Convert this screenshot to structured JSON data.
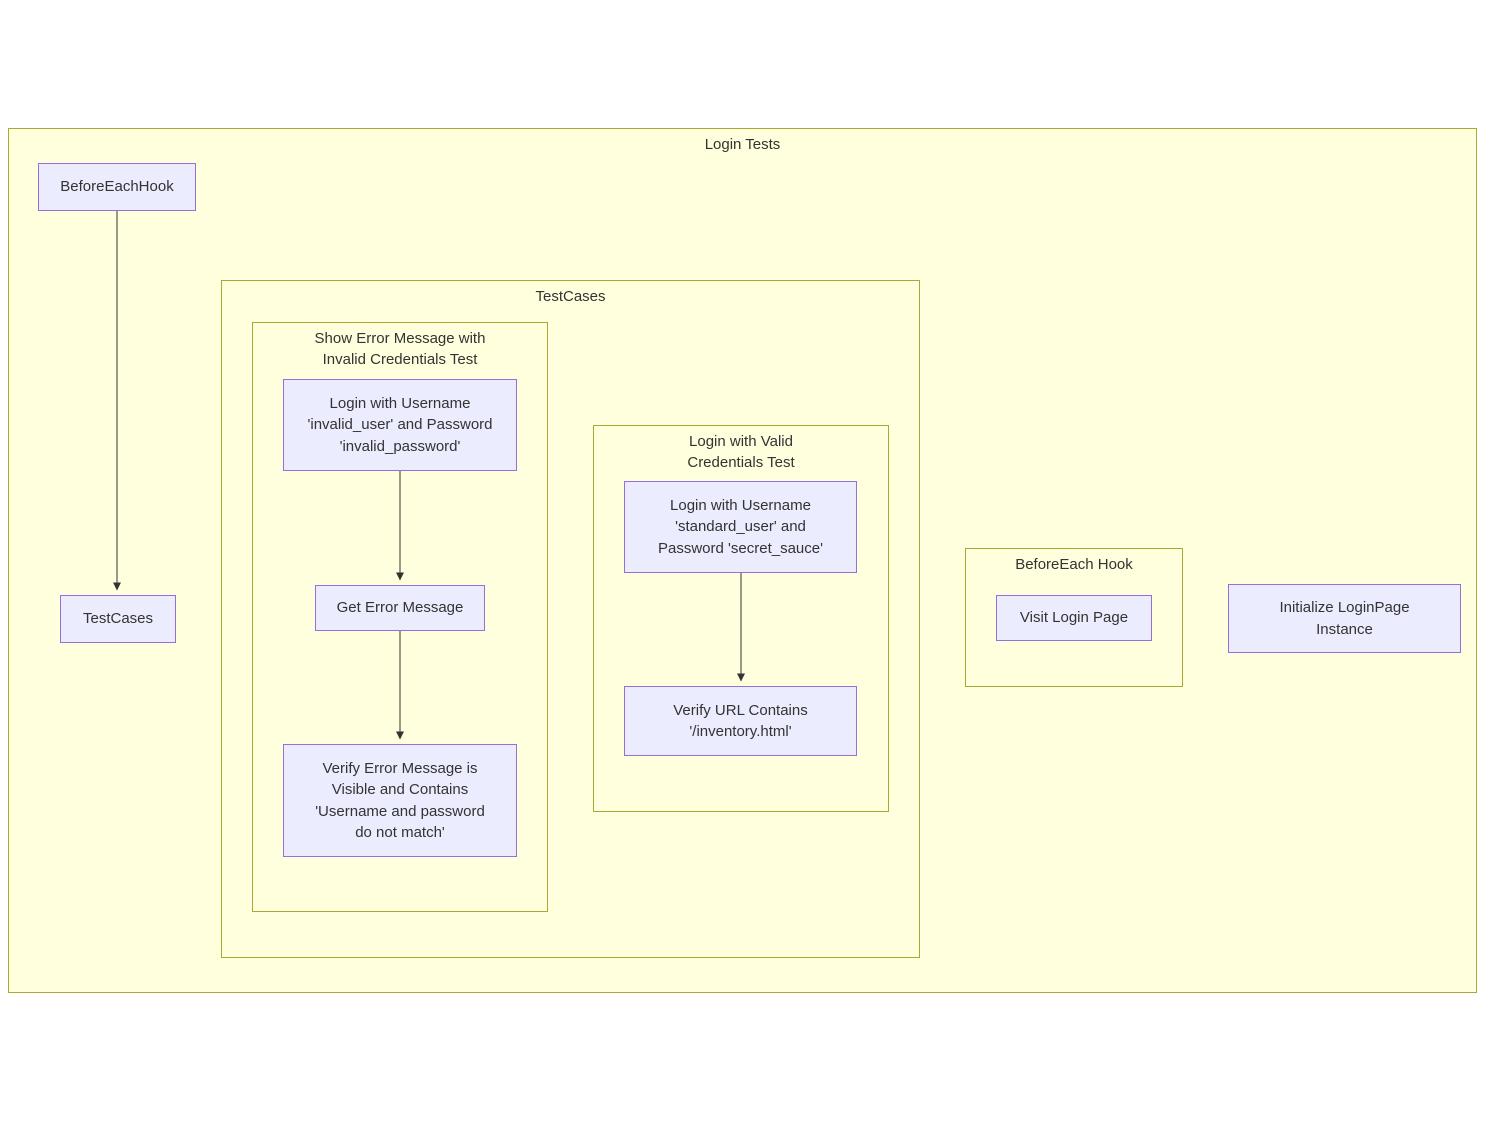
{
  "subgraphs": {
    "login_tests": {
      "title": "Login Tests"
    },
    "test_cases": {
      "title": "TestCases"
    },
    "invalid_test": {
      "title": "Show Error Message with\nInvalid Credentials Test"
    },
    "valid_test": {
      "title": "Login with Valid\nCredentials Test"
    },
    "before_each": {
      "title": "BeforeEach Hook"
    }
  },
  "nodes": {
    "before_each_hook": {
      "label": "BeforeEachHook"
    },
    "test_cases": {
      "label": "TestCases"
    },
    "invalid_login": {
      "label": "Login with Username\n'invalid_user' and Password\n'invalid_password'"
    },
    "get_error": {
      "label": "Get Error Message"
    },
    "verify_error": {
      "label": "Verify Error Message is\nVisible and Contains\n'Username and password\ndo not match'"
    },
    "valid_login": {
      "label": "Login with Username\n'standard_user' and\nPassword 'secret_sauce'"
    },
    "verify_url": {
      "label": "Verify URL Contains\n'/inventory.html'"
    },
    "visit_login": {
      "label": "Visit Login Page"
    },
    "init_login_page": {
      "label": "Initialize LoginPage\nInstance"
    }
  },
  "colors": {
    "node_fill": "#ECECFF",
    "node_border": "#9370DB",
    "subgraph_fill": "#ffffde",
    "subgraph_border": "#aaaa33",
    "edge_color": "#333333",
    "text_color": "#333333"
  }
}
